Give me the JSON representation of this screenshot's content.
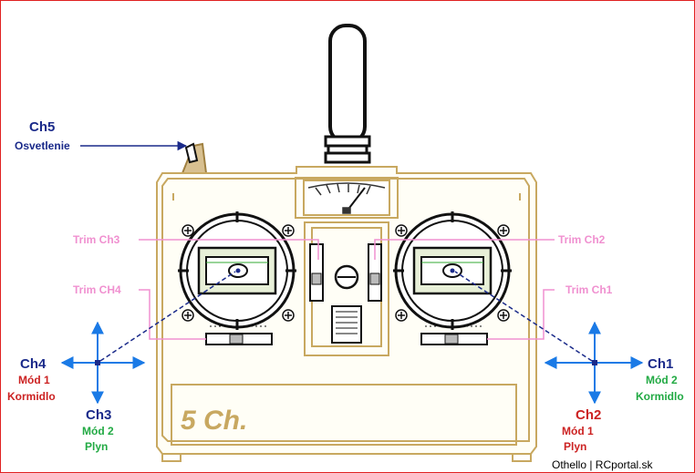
{
  "labels": {
    "ch5": "Ch5",
    "osvetlenie": "Osvetlenie",
    "trim_ch3": "Trim Ch3",
    "trim_ch4": "Trim CH4",
    "trim_ch2": "Trim Ch2",
    "trim_ch1": "Trim Ch1",
    "ch4": "Ch4",
    "ch4_mode": "Mód 1",
    "ch4_func": "Kormidlo",
    "ch3": "Ch3",
    "ch3_mode": "Mód 2",
    "ch3_func": "Plyn",
    "ch1": "Ch1",
    "ch1_mode": "Mód 2",
    "ch1_func": "Kormidlo",
    "ch2": "Ch2",
    "ch2_mode": "Mód 1",
    "ch2_func": "Plyn",
    "panel_label": "5 Ch.",
    "credit": "Othello | RCportal.sk"
  },
  "colors": {
    "body_outline": "#c8a860",
    "arrow_blue": "#1a7ae6",
    "label_navy": "#1a2a8a",
    "mode1_red": "#cc2222",
    "mode2_green": "#22aa44",
    "trim_pink": "#f090d0",
    "frame_red": "#e02020"
  }
}
